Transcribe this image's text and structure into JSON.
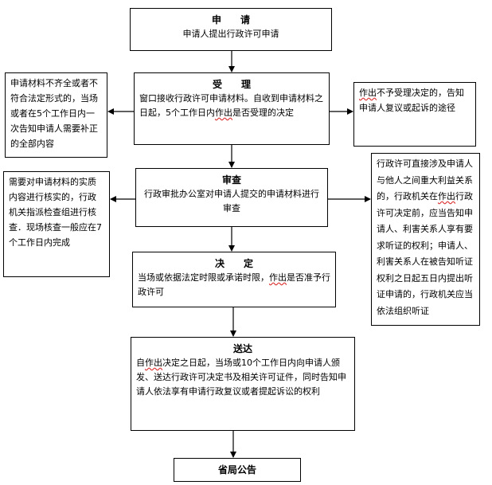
{
  "flow": {
    "apply": {
      "title": "申　　请",
      "text": "申请人提出行政许可申请"
    },
    "accept": {
      "title": "受　　理",
      "text_before": "窗口接收行政许可申请材料。自收到申请材料之日起，5个工作日内",
      "text_hl": "作出",
      "text_after": "是否受理的决定"
    },
    "review": {
      "title": "审查",
      "text": "行政审批办公室对申请人提交的申请材料进行审查"
    },
    "decide": {
      "title": "决　　定",
      "text_before": "当场或依据法定时限或承诺时限，",
      "text_hl": "作出",
      "text_after": "是否准予行政许可"
    },
    "deliver": {
      "title": "送达",
      "text_before": "自",
      "text_hl": "作出",
      "text_after": "决定之日起，当场或10个工作日内向申请人颁发、送达行政许可决定书及相关许可证件，同时告知申请人依法享有申请行政复议或者提起诉讼的权利"
    },
    "announce": {
      "title": "省局公告"
    }
  },
  "side": {
    "incomplete": {
      "text": "申请材料不齐全或者不符合法定形式的，当场或者在5个工作日内一次告知申请人需要补正的全部内容"
    },
    "reject": {
      "text_hl": "作出",
      "text_after": "不予受理决定的，告知申请人复议或起诉的途径"
    },
    "verify": {
      "text": "需要对申请材料的实质内容进行核实的，行政机关指派检查组进行核查．现场核查一般应在7个工作日内完成"
    },
    "hearing": {
      "text_before": "行政许可直接涉及申请人与他人之间重大利益关系的，行政机关在",
      "text_hl": "作出",
      "text_after": "行政许可决定前，应当告知申请人、利害关系人享有要求听证的权利；申请人、利害关系人在被告知听证权利之日起五日内提出听证申请的，行政机关应当依法组织听证"
    }
  }
}
